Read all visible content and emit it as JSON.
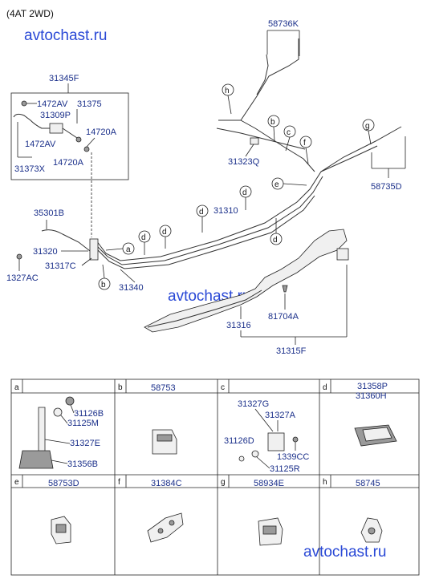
{
  "header": {
    "variant": "(4AT 2WD)"
  },
  "watermark": "avtochast.ru",
  "main_labels": {
    "p58736K": "58736K",
    "p31345F": "31345F",
    "p1472AV_a": "1472AV",
    "p31375": "31375",
    "p31309P": "31309P",
    "p14720A_a": "14720A",
    "p1472AV_b": "1472AV",
    "p31373X": "31373X",
    "p14720A_b": "14720A",
    "p31323Q": "31323Q",
    "p58735D": "58735D",
    "p35301B": "35301B",
    "p31310": "31310",
    "p31320": "31320",
    "p31317C": "31317C",
    "p1327AC": "1327AC",
    "p31340": "31340",
    "p81704A": "81704A",
    "p31316": "31316",
    "p31315F": "31315F"
  },
  "callouts": {
    "a": "a",
    "b": "b",
    "c": "c",
    "d": "d",
    "e": "e",
    "f": "f",
    "g": "g",
    "h": "h"
  },
  "cells": [
    {
      "letter": "a",
      "title": "",
      "parts": [
        "31126B",
        "31125M",
        "31327E",
        "31356B"
      ]
    },
    {
      "letter": "b",
      "title": "58753",
      "parts": []
    },
    {
      "letter": "c",
      "title": "",
      "parts": [
        "31327G",
        "31327A",
        "31126D",
        "1339CC",
        "31125R"
      ]
    },
    {
      "letter": "d",
      "title": "31358P",
      "title2": "31360H",
      "parts": []
    },
    {
      "letter": "e",
      "title": "58753D",
      "parts": []
    },
    {
      "letter": "f",
      "title": "31384C",
      "parts": []
    },
    {
      "letter": "g",
      "title": "58934E",
      "parts": []
    },
    {
      "letter": "h",
      "title": "58745",
      "parts": []
    }
  ]
}
